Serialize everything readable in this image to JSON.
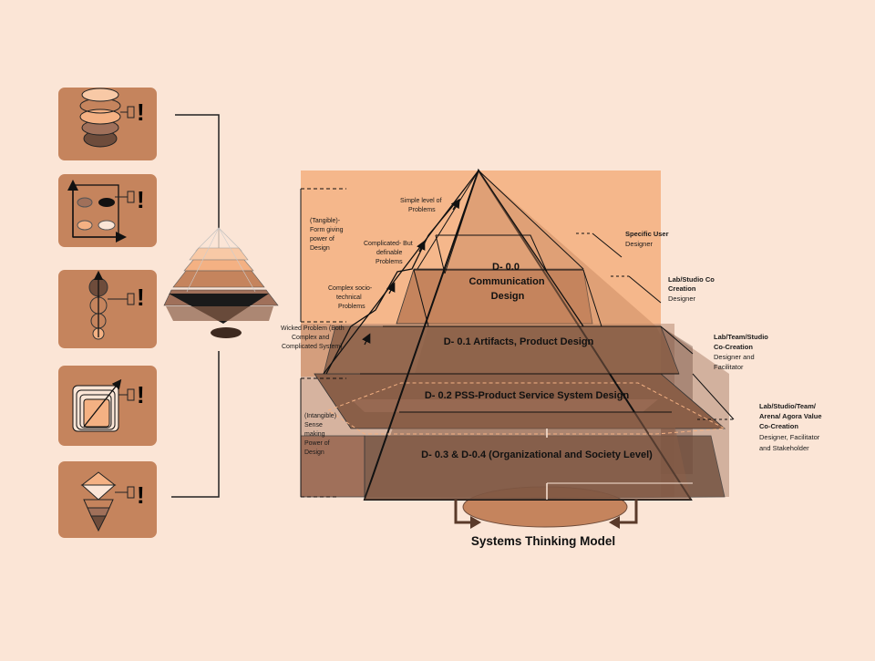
{
  "colors": {
    "background": "#fbe5d6",
    "panel": "#f4b183",
    "iconbox": "#c5845d",
    "mid": "#a0705a",
    "dark": "#6e4c3b"
  },
  "title": "Systems Thinking Model",
  "levels": {
    "d00_line1": "D- 0.0",
    "d00_line2": "Communication",
    "d00_line3": "Design",
    "d01": "D- 0.1 Artifacts, Product Design",
    "d02": "D- 0.2 PSS-Product Service System Design",
    "d03": "D- 0.3 & D-0.4 (Organizational and Society Level)"
  },
  "problems": {
    "simple": [
      "Simple level of",
      "Problems"
    ],
    "complicated": [
      "Complicated- But",
      "definable",
      "Problems"
    ],
    "complex": [
      "Complex socio-",
      "technical",
      "Problems"
    ],
    "wicked": [
      "Wicked Problem (Both",
      "Complex and",
      "Complicated System)"
    ]
  },
  "left_labels": {
    "tangible": [
      "(Tangible)-",
      "Form giving",
      "power of",
      "Design"
    ],
    "intangible": [
      "(Intangible)",
      "Sense",
      "making",
      "Power of",
      "Design"
    ]
  },
  "roles": {
    "r1": {
      "title": [
        "Specific User"
      ],
      "sub": [
        "Designer"
      ]
    },
    "r2": {
      "title": [
        "Lab/Studio Co",
        "Creation"
      ],
      "sub": [
        "Designer"
      ]
    },
    "r3": {
      "title": [
        "Lab/Team/Studio",
        "Co-Creation"
      ],
      "sub": [
        "Designer and",
        "Facilitator"
      ]
    },
    "r4": {
      "title": [
        "Lab/Studio/Team/",
        "Arena/ Agora Value",
        "Co-Creation"
      ],
      "sub": [
        "Designer, Facilitator",
        "and Stakeholder"
      ]
    }
  },
  "icons": [
    {
      "name": "rings-icon",
      "mark": "!"
    },
    {
      "name": "quadrant-icon",
      "mark": "!"
    },
    {
      "name": "beads-icon",
      "mark": "!"
    },
    {
      "name": "stacked-squares-icon",
      "mark": "!"
    },
    {
      "name": "funnel-icon",
      "mark": "!"
    }
  ]
}
